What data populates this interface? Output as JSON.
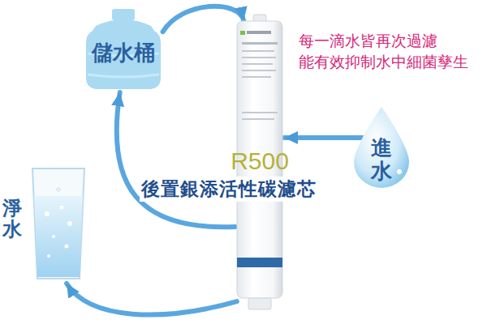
{
  "diagram": {
    "nodes": [
      {
        "text": [
          "儲水桶"
        ]
      },
      {
        "text": [
          "R500",
          "後置銀添活性碳濾芯"
        ]
      },
      {
        "text": [
          "進水"
        ]
      },
      {
        "text": [
          "淨水"
        ]
      }
    ],
    "edges": [
      {
        "from": 0,
        "to": 1,
        "arrow": "to"
      },
      {
        "from": 2,
        "to": 1,
        "arrow": "to"
      },
      {
        "from": 1,
        "to": 0,
        "arrow": "to"
      },
      {
        "from": 1,
        "to": 3,
        "arrow": "to"
      }
    ],
    "labels": [
      "每一滴水皆再次過濾 能有效抑制水中細菌孳生"
    ]
  }
}
